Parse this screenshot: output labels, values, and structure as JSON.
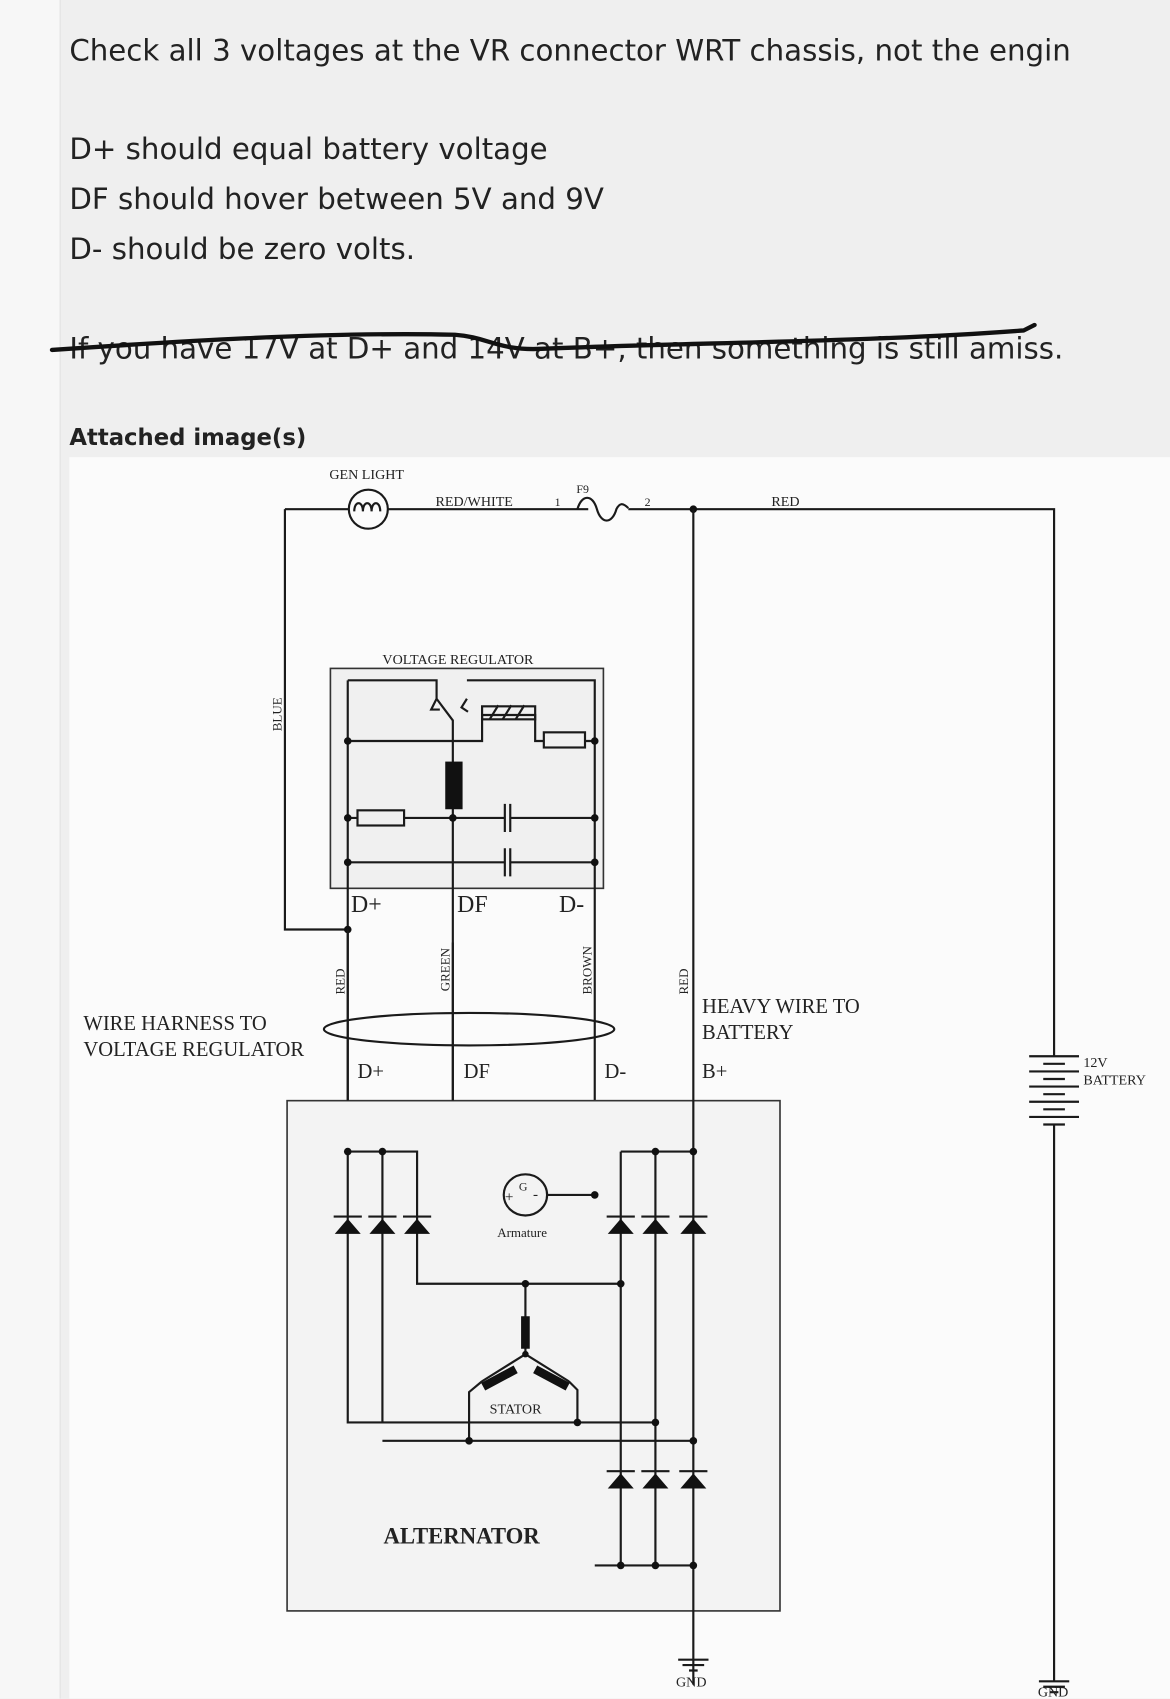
{
  "post": {
    "line1": "Check all 3 voltages at the VR connector WRT chassis, not the engin",
    "line2": "D+ should equal battery voltage",
    "line3": "DF should hover between 5V and 9V",
    "line4": "D- should be zero volts.",
    "line5": "If you have 17V at D+ and 14V at B+, then something is still amiss.",
    "attached_label": "Attached image(s)"
  },
  "diagram": {
    "gen_light": "GEN LIGHT",
    "red_white": "RED/WHITE",
    "fuse": "F9",
    "fuse_pin1": "1",
    "fuse_pin2": "2",
    "red_top": "RED",
    "blue": "BLUE",
    "voltage_regulator": "VOLTAGE REGULATOR",
    "vr_dplus": "D+",
    "vr_df": "DF",
    "vr_dminus": "D-",
    "wire_red": "RED",
    "wire_green": "GREEN",
    "wire_brown": "BROWN",
    "wire_red2": "RED",
    "harness_1": "WIRE HARNESS TO",
    "harness_2": "VOLTAGE REGULATOR",
    "heavy_1": "HEAVY WIRE TO",
    "heavy_2": "BATTERY",
    "alt_dplus": "D+",
    "alt_df": "DF",
    "alt_dminus": "D-",
    "alt_bplus": "B+",
    "battery_1": "12V",
    "battery_2": "BATTERY",
    "armature_g": "G",
    "armature_plus": "+",
    "armature_minus": "-",
    "armature": "Armature",
    "stator": "STATOR",
    "alternator": "ALTERNATOR",
    "gnd1": "GND",
    "gnd2": "GND"
  }
}
